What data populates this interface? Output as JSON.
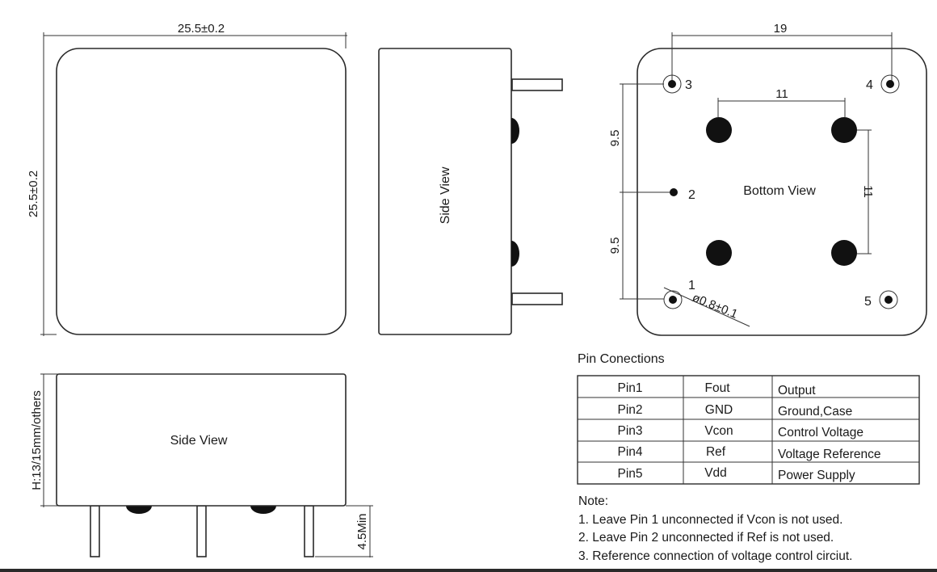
{
  "top_view": {
    "width_dim": "25.5±0.2",
    "height_dim": "25.5±0.2"
  },
  "side_view_right": {
    "label": "Side View"
  },
  "bottom_view": {
    "label": "Bottom View",
    "width_19": "19",
    "pad_spacing_h": "11",
    "pad_spacing_v": "11",
    "pin_spacing_upper": "9.5",
    "pin_spacing_lower": "9.5",
    "pin_diameter": "ø0.8±0.1",
    "pin_labels": [
      "1",
      "2",
      "3",
      "4",
      "5"
    ]
  },
  "side_view_bottom": {
    "label": "Side View",
    "height_dim": "H:13/15mm/others",
    "pin_length_dim": "4.5Min"
  },
  "pin_table": {
    "title": "Pin Conections",
    "rows": [
      [
        "Pin1",
        "Fout",
        "Output"
      ],
      [
        "Pin2",
        "GND",
        "Ground,Case"
      ],
      [
        "Pin3",
        "Vcon",
        "Control Voltage"
      ],
      [
        "Pin4",
        "Ref",
        "Voltage Reference"
      ],
      [
        "Pin5",
        "Vdd",
        "Power Supply"
      ]
    ]
  },
  "notes": {
    "title": "Note:",
    "items": [
      "1. Leave Pin 1 unconnected if Vcon is not used.",
      "2. Leave Pin 2 unconnected if Ref is not used.",
      "3. Reference connection of voltage control circiut."
    ]
  }
}
